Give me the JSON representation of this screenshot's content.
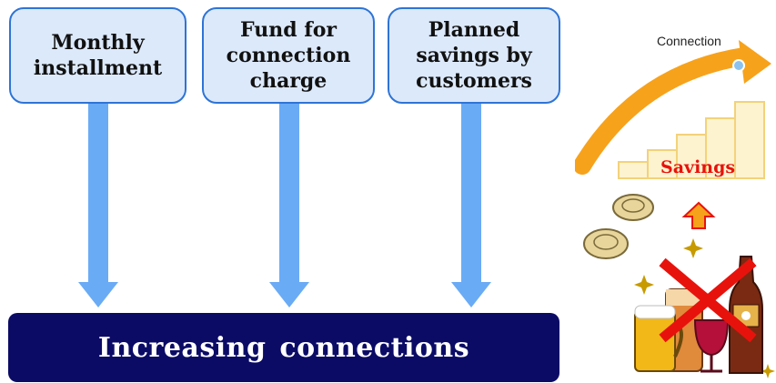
{
  "boxes": [
    {
      "label": "Monthly\ninstallment"
    },
    {
      "label": "Fund for\nconnection\ncharge"
    },
    {
      "label": "Planned\nsavings by\ncustomers"
    }
  ],
  "result": {
    "label": "Increasing  connections"
  },
  "illustration": {
    "connection_label": "Connection",
    "savings_label": "Savings"
  },
  "colors": {
    "box_fill": "#dce9fb",
    "box_border": "#2e74d6",
    "arrow": "#6aabf5",
    "result_bar": "#0b0b66",
    "curve_arrow": "#f7a21b",
    "savings_text": "#e8120c",
    "cross": "#e8120c"
  }
}
